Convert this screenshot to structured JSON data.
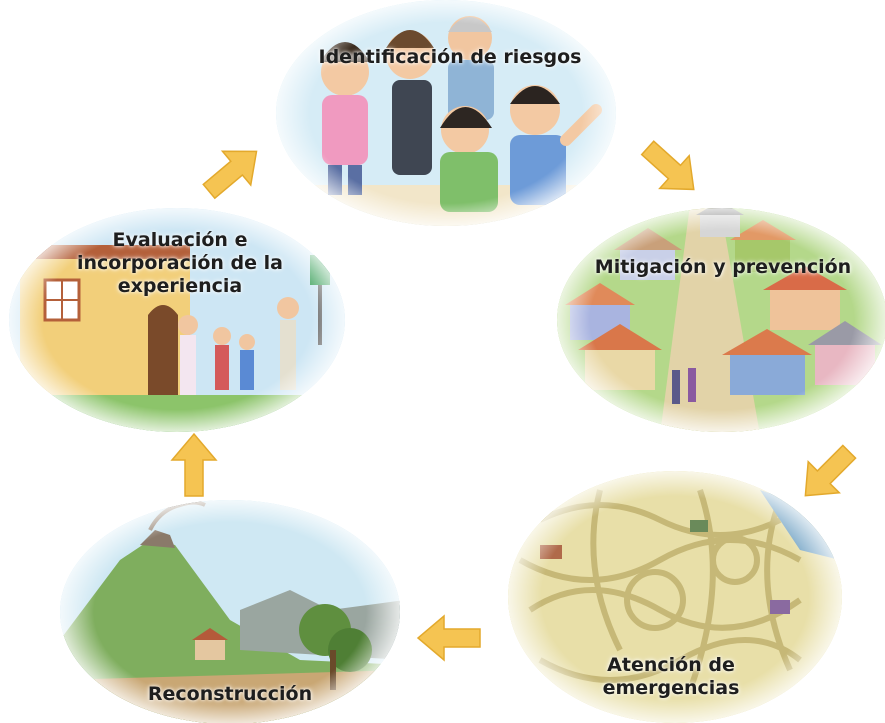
{
  "stages": [
    {
      "id": "identificacion",
      "lines": [
        "Identificación de riesgos"
      ]
    },
    {
      "id": "mitigacion",
      "lines": [
        "Mitigación y prevención"
      ]
    },
    {
      "id": "atencion",
      "lines": [
        "Atención de",
        "emergencias"
      ]
    },
    {
      "id": "reconstruccion",
      "lines": [
        "Reconstrucción"
      ]
    },
    {
      "id": "evaluacion",
      "lines": [
        "Evaluación e",
        "incorporación de la",
        "experiencia"
      ]
    }
  ],
  "colors": {
    "arrow": "#f5c452",
    "arrow_stroke": "#e3a92c",
    "sky": "#c9e6f4",
    "grass": "#8cc46a",
    "road": "#d8c79a"
  }
}
